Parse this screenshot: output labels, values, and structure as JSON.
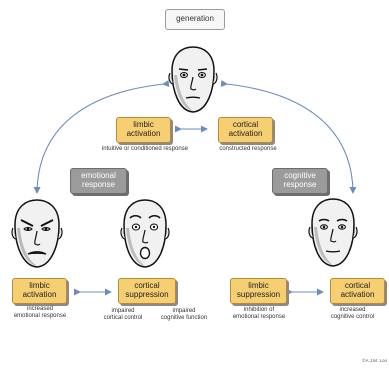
{
  "top_label": "generation",
  "center": {
    "limbic": "limbic\nactivation",
    "cortical": "cortical\nactivation",
    "limbic_caption": "intuitive or conditioned response",
    "cortical_caption": "constructed response"
  },
  "left_branch": {
    "label": "emotional\nresponse",
    "limbic": "limbic\nactivation",
    "cortical": "cortical\nsuppression",
    "limbic_caption": "increased\nemotional response",
    "cortical_caption_1": "impaired\ncortical control",
    "cortical_caption_2": "impaired\ncognitive function"
  },
  "right_branch": {
    "label": "cognitive\nresponse",
    "limbic": "limbic\nsuppression",
    "cortical": "cortical\nactivation",
    "limbic_caption": "inhibition of\nemotional response",
    "cortical_caption": "increased\ncognitive control"
  },
  "copyright": "©A.J.M. Loo",
  "colors": {
    "yellow_box": "#f6cf73",
    "grey_box": "#9b9b9b",
    "arrow": "#6c8cc0"
  }
}
